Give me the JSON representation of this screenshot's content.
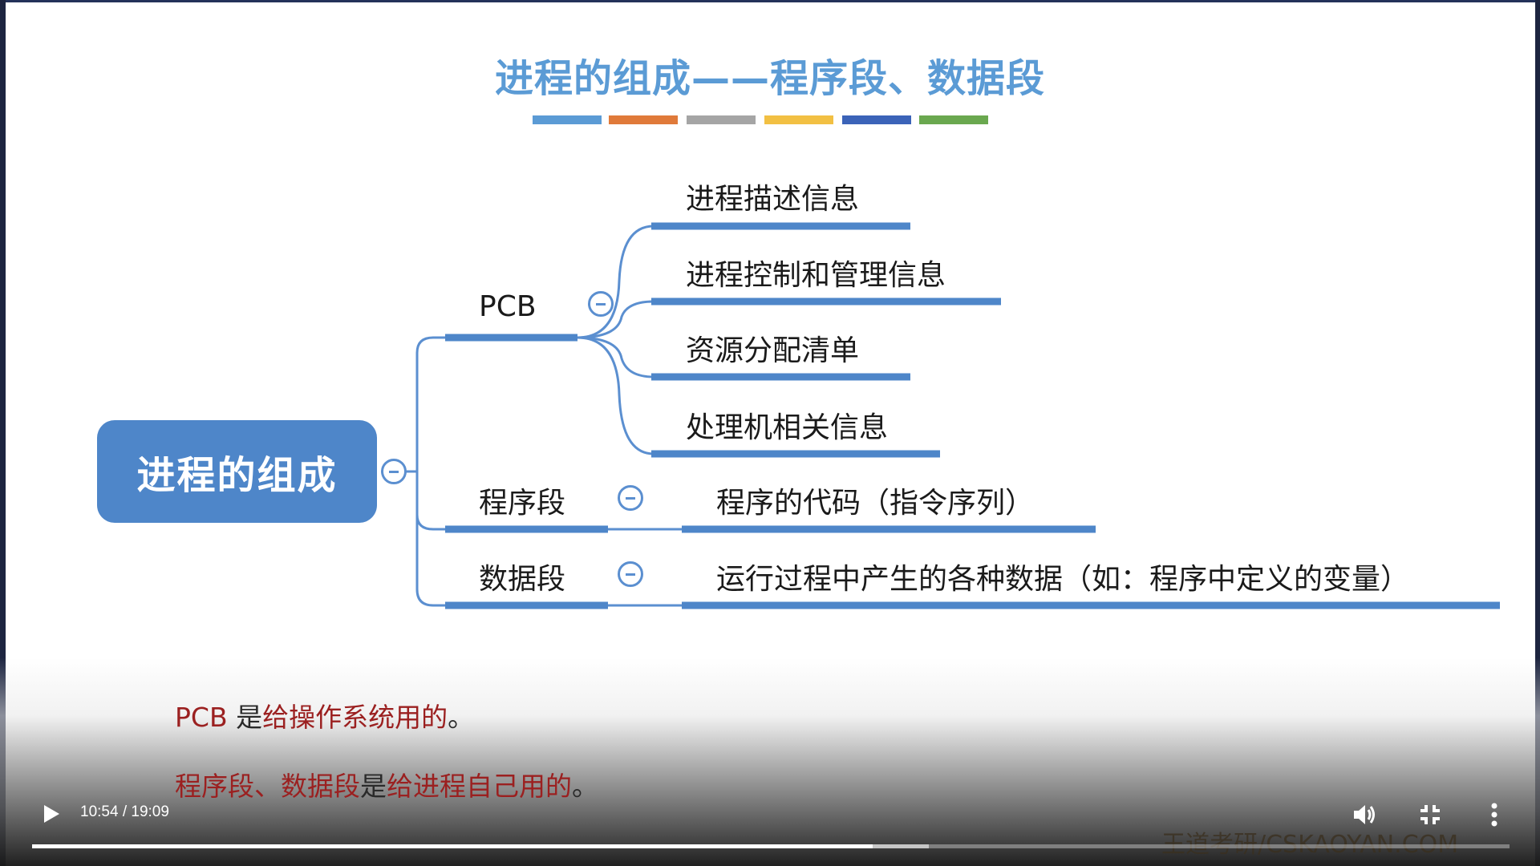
{
  "slide": {
    "title": "进程的组成——程序段、数据段",
    "color_bar": [
      "#5b9bd5",
      "#e07a3a",
      "#a5a5a5",
      "#f2c043",
      "#3b63b8",
      "#6aa84f"
    ]
  },
  "mindmap": {
    "root": "进程的组成",
    "branches": {
      "pcb": {
        "label": "PCB",
        "children": [
          "进程描述信息",
          "进程控制和管理信息",
          "资源分配清单",
          "处理机相关信息"
        ]
      },
      "program": {
        "label": "程序段",
        "child": "程序的代码（指令序列）"
      },
      "data": {
        "label": "数据段",
        "child": "运行过程中产生的各种数据（如：程序中定义的变量）"
      }
    }
  },
  "subtitles": {
    "line1": {
      "a": "PCB",
      "b": " 是",
      "c": "给操作系统用的",
      "d": "。"
    },
    "line2": {
      "a": "程序段、数据段",
      "b": "是",
      "c": "给进程自己用的",
      "d": "。"
    }
  },
  "watermark": "王道考研/CSKAOYAN.COM",
  "player": {
    "current_time": "10:54",
    "duration": "19:09",
    "time_display": "10:54 / 19:09",
    "progress": 0.569,
    "buffered": 0.607,
    "icons": {
      "play": "play-icon",
      "volume": "volume-icon",
      "exit_fullscreen": "exit-fullscreen-icon",
      "more": "more-vert-icon"
    }
  }
}
